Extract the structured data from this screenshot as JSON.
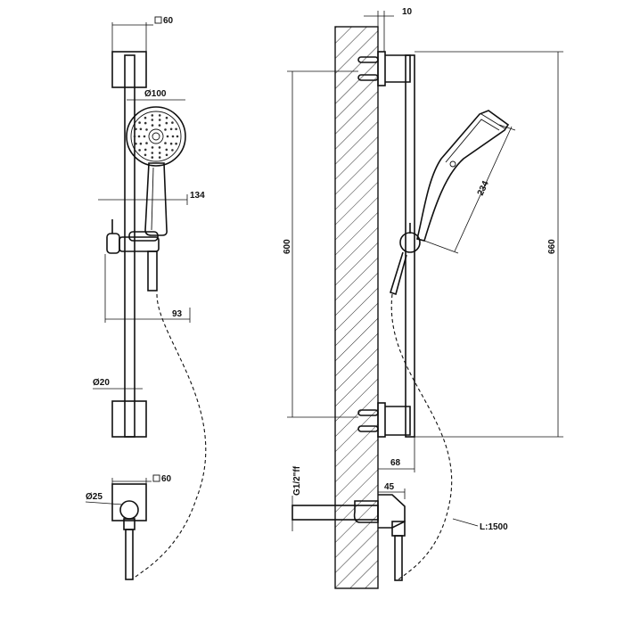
{
  "front_view": {
    "square_60_top": "60",
    "diameter_100": "Ø100",
    "dim_134": "134",
    "dim_93": "93",
    "diameter_20": "Ø20",
    "diameter_25": "Ø25",
    "square_60_bottom": "60"
  },
  "side_view": {
    "dim_10": "10",
    "dim_600": "600",
    "dim_660": "660",
    "dim_234": "234",
    "dim_68": "68",
    "thread": "G1/2\"ff",
    "dim_45": "45",
    "hose_length": "L:1500"
  }
}
